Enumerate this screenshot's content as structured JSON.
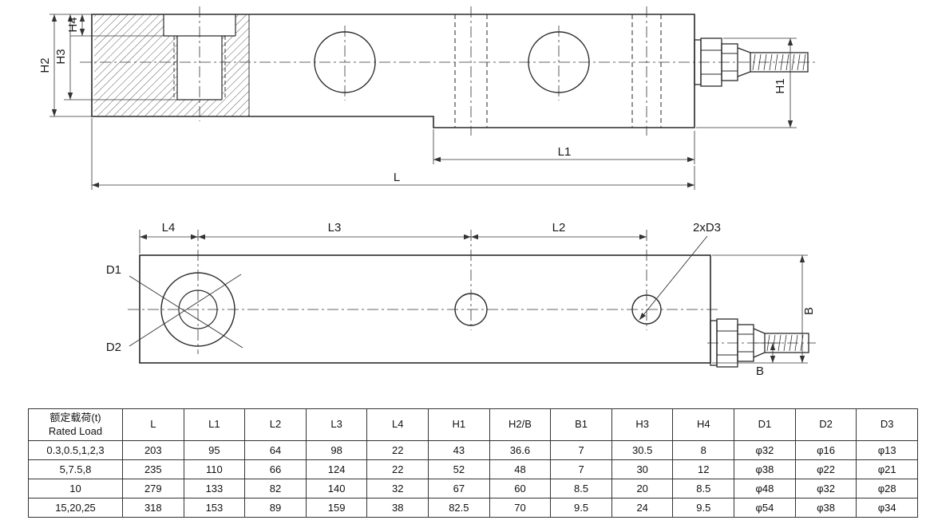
{
  "drawing": {
    "side_view": {
      "labels": {
        "h4": "H4",
        "h3": "H3",
        "h2": "H2",
        "h1": "H1",
        "l1": "L1",
        "l": "L"
      }
    },
    "plan_view": {
      "labels": {
        "l4": "L4",
        "l3": "L3",
        "l2": "L2",
        "d1": "D1",
        "d2": "D2",
        "d3_callout": "2xD3",
        "b_right": "B",
        "b_small": "B"
      }
    }
  },
  "table": {
    "headers": {
      "rated_load_cn": "额定载荷(t)",
      "rated_load_en": "Rated Load",
      "cols": [
        "L",
        "L1",
        "L2",
        "L3",
        "L4",
        "H1",
        "H2/B",
        "B1",
        "H3",
        "H4",
        "D1",
        "D2",
        "D3"
      ]
    },
    "rows": [
      {
        "load": "0.3,0.5,1,2,3",
        "values": [
          "203",
          "95",
          "64",
          "98",
          "22",
          "43",
          "36.6",
          "7",
          "30.5",
          "8",
          "φ32",
          "φ16",
          "φ13"
        ]
      },
      {
        "load": "5,7.5,8",
        "values": [
          "235",
          "110",
          "66",
          "124",
          "22",
          "52",
          "48",
          "7",
          "30",
          "12",
          "φ38",
          "φ22",
          "φ21"
        ]
      },
      {
        "load": "10",
        "values": [
          "279",
          "133",
          "82",
          "140",
          "32",
          "67",
          "60",
          "8.5",
          "20",
          "8.5",
          "φ48",
          "φ32",
          "φ28"
        ]
      },
      {
        "load": "15,20,25",
        "values": [
          "318",
          "153",
          "89",
          "159",
          "38",
          "82.5",
          "70",
          "9.5",
          "24",
          "9.5",
          "φ54",
          "φ38",
          "φ34"
        ]
      }
    ]
  }
}
